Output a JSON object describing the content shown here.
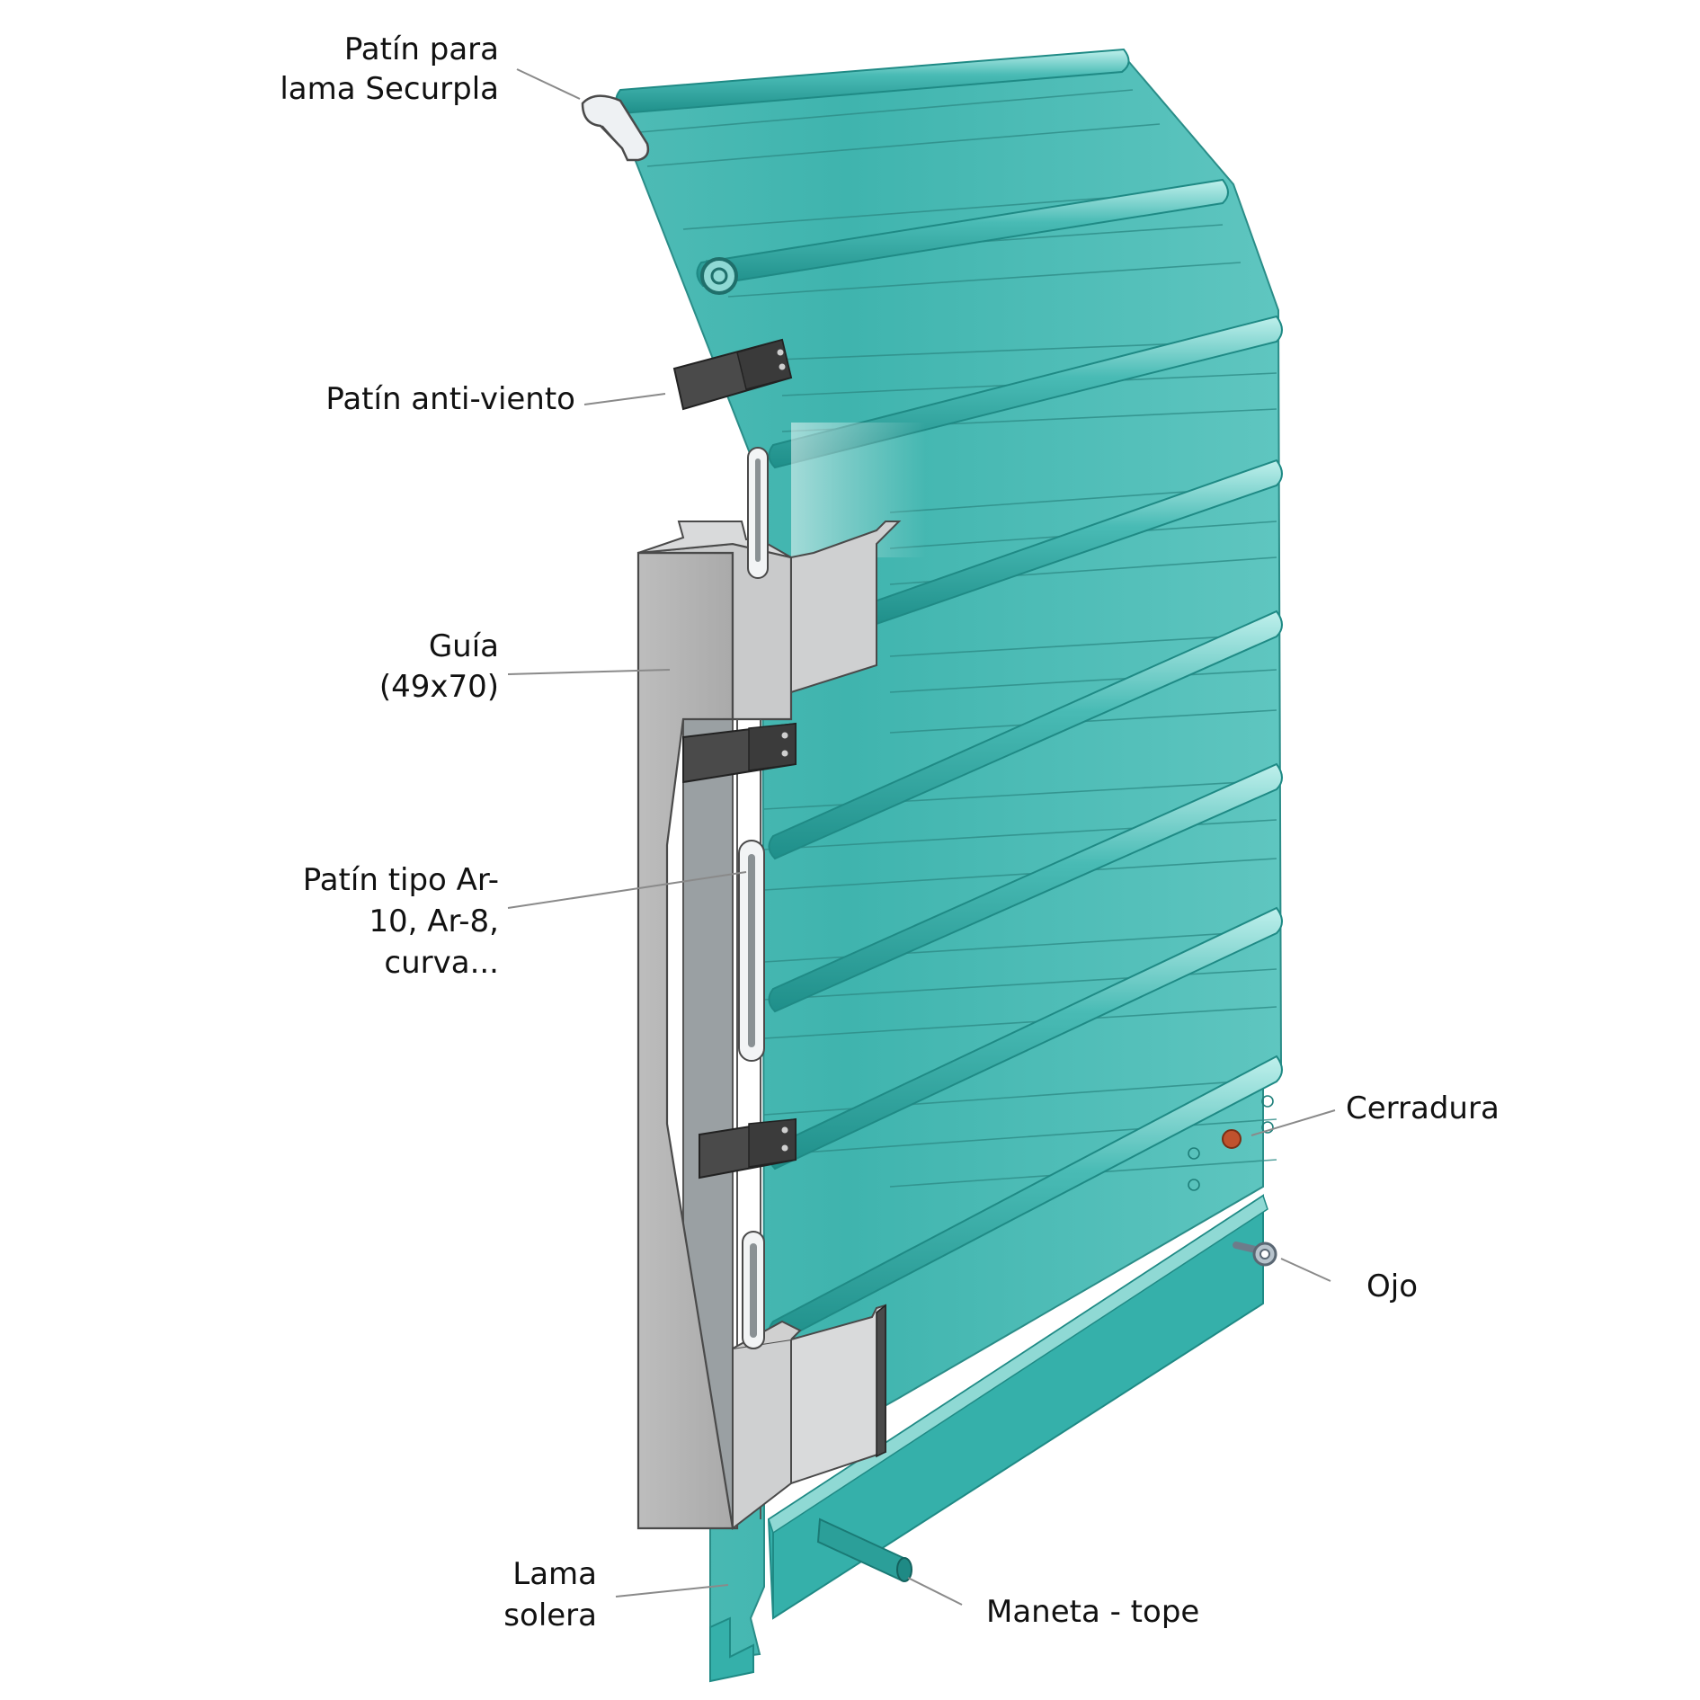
{
  "diagram": {
    "labels": {
      "patin_securpla": [
        "Patín para",
        "lama Securpla"
      ],
      "patin_antiviento": "Patín anti-viento",
      "guia": [
        "Guía",
        "(49x70)"
      ],
      "patin_tipo": [
        "Patín tipo Ar-",
        "10, Ar-8,",
        "curva..."
      ],
      "lama_solera": [
        "Lama",
        "solera"
      ],
      "cerradura": "Cerradura",
      "ojo": "Ojo",
      "maneta_tope": "Maneta - tope"
    },
    "colors": {
      "slat": "#5fc4be",
      "slat_dark": "#2fa9a3",
      "slat_line": "#2e8c87",
      "rib_highlight": "#c8f0ee",
      "guide_face": "#b3b3b3",
      "guide_light": "#cfd0d1",
      "guide_inner": "#9aa0a3",
      "slider_dark": "#4a4a4a",
      "lock": "#c0522e",
      "leader": "#8a8a8a",
      "text": "#111111"
    }
  }
}
